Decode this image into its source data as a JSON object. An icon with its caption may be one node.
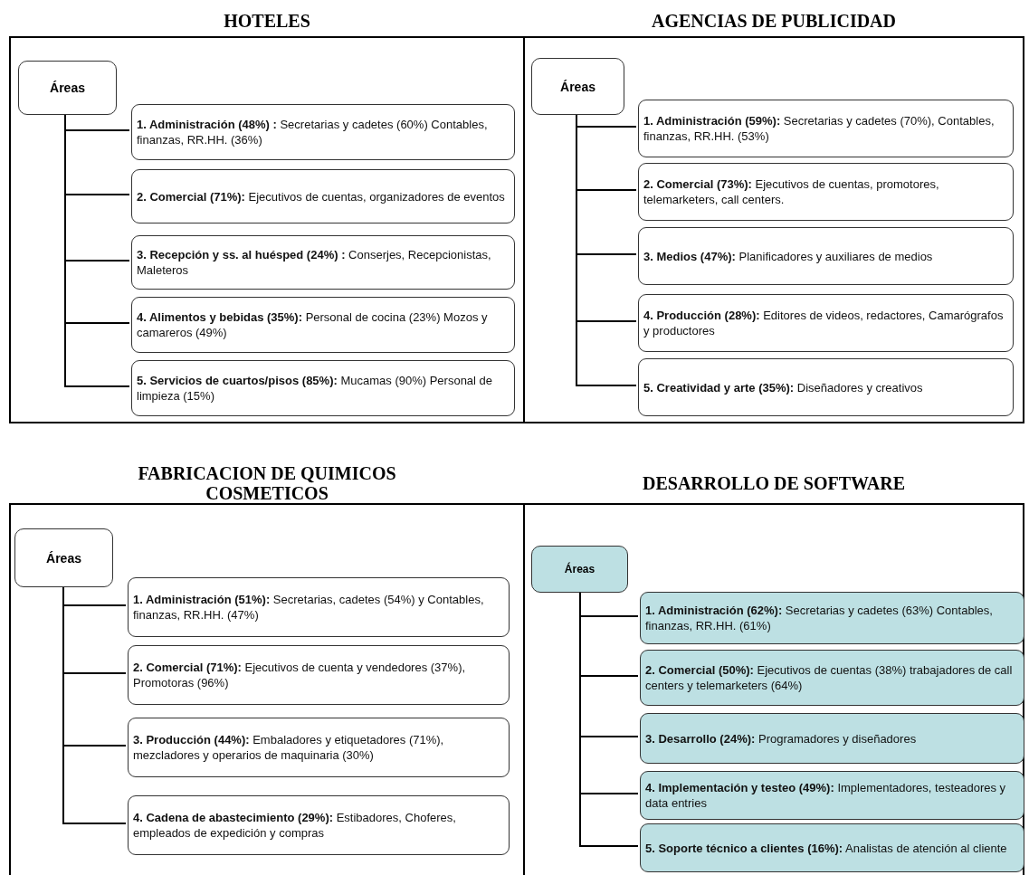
{
  "diagram": {
    "nodes": [
      {
        "text": [
          "HOTELES"
        ]
      },
      {
        "text": [
          "Áreas"
        ],
        "in": 0
      },
      {
        "text": [
          "**1.  Administración (48%) :** Secretarias y cadetes (60%) Contables, finanzas, RR.HH.    (36%)"
        ],
        "in": 0
      },
      {
        "text": [
          "**2.  Comercial (71%):** Ejecutivos de cuentas, organizadores de eventos"
        ],
        "in": 0
      },
      {
        "text": [
          "**3.  Recepción y ss. al huésped (24%) :** Conserjes, Recepcionistas, Maleteros"
        ],
        "in": 0
      },
      {
        "text": [
          "**4.  Alimentos y bebidas (35%):** Personal de cocina (23%) Mozos y camareros (49%)"
        ],
        "in": 0
      },
      {
        "text": [
          "**5.  Servicios de cuartos/pisos (85%):** Mucamas (90%) Personal de limpieza (15%)"
        ],
        "in": 0
      },
      {
        "text": [
          "AGENCIAS DE PUBLICIDAD"
        ]
      },
      {
        "text": [
          "Áreas"
        ],
        "in": 7
      },
      {
        "text": [
          "**1.  Administración (59%):** Secretarias y cadetes (70%), Contables, finanzas, RR.HH. (53%)"
        ],
        "in": 7
      },
      {
        "text": [
          "**2. Comercial (73%):** Ejecutivos de cuentas, promotores, telemarketers, call centers."
        ],
        "in": 7
      },
      {
        "text": [
          "**3. Medios (47%):** Planificadores y auxiliares de medios"
        ],
        "in": 7
      },
      {
        "text": [
          "**4.  Producción (28%):** Editores de videos, redactores, Camarógrafos y productores"
        ],
        "in": 7
      },
      {
        "text": [
          "**5. Creatividad y arte (35%):** Diseñadores y creativos"
        ],
        "in": 7
      },
      {
        "text": [
          "FABRICACION DE QUIMICOS COSMETICOS"
        ]
      },
      {
        "text": [
          "Áreas"
        ],
        "in": 14
      },
      {
        "text": [
          "**1.  Administración (51%):** Secretarias, cadetes (54%) y Contables, finanzas, RR.HH. (47%)"
        ],
        "in": 14
      },
      {
        "text": [
          "**2. Comercial (71%):** Ejecutivos de cuenta y vendedores (37%),  Promotoras (96%)"
        ],
        "in": 14
      },
      {
        "text": [
          "**3. Producción (44%):** Embaladores y etiquetadores (71%), mezcladores y operarios de maquinaria (30%)"
        ],
        "in": 14
      },
      {
        "text": [
          "**4. Cadena de abastecimiento (29%):** Estibadores, Choferes, empleados de expedición y compras"
        ],
        "in": 14
      },
      {
        "text": [
          "DESARROLLO DE SOFTWARE"
        ]
      },
      {
        "text": [
          "Áreas"
        ],
        "in": 20
      },
      {
        "text": [
          "**1.  Administración (62%):** Secretarias y cadetes (63%) Contables, finanzas, RR.HH. (61%)"
        ],
        "in": 20
      },
      {
        "text": [
          "**2. Comercial (50%):** Ejecutivos de cuentas (38%) trabajadores de call centers y telemarketers (64%)"
        ],
        "in": 20
      },
      {
        "text": [
          "**3. Desarrollo (24%):** Programadores y diseñadores"
        ],
        "in": 20
      },
      {
        "text": [
          "**4.  Implementación y testeo (49%):** Implementadores, testeadores y data entries"
        ],
        "in": 20
      },
      {
        "text": [
          "**5. Soporte técnico a clientes (16%):** Analistas de atención al cliente"
        ],
        "in": 20
      }
    ],
    "edges": [
      {
        "from": 1,
        "to": 2,
        "arrow": "none"
      },
      {
        "from": 1,
        "to": 3,
        "arrow": "none"
      },
      {
        "from": 1,
        "to": 4,
        "arrow": "none"
      },
      {
        "from": 1,
        "to": 5,
        "arrow": "none"
      },
      {
        "from": 1,
        "to": 6,
        "arrow": "none"
      },
      {
        "from": 8,
        "to": 9,
        "arrow": "none"
      },
      {
        "from": 8,
        "to": 10,
        "arrow": "none"
      },
      {
        "from": 8,
        "to": 11,
        "arrow": "none"
      },
      {
        "from": 8,
        "to": 12,
        "arrow": "none"
      },
      {
        "from": 8,
        "to": 13,
        "arrow": "none"
      },
      {
        "from": 15,
        "to": 16,
        "arrow": "none"
      },
      {
        "from": 15,
        "to": 17,
        "arrow": "none"
      },
      {
        "from": 15,
        "to": 18,
        "arrow": "none"
      },
      {
        "from": 15,
        "to": 19,
        "arrow": "none"
      },
      {
        "from": 21,
        "to": 22,
        "arrow": "none"
      },
      {
        "from": 21,
        "to": 23,
        "arrow": "none"
      },
      {
        "from": 21,
        "to": 24,
        "arrow": "none"
      },
      {
        "from": 21,
        "to": 25,
        "arrow": "none"
      },
      {
        "from": 21,
        "to": 26,
        "arrow": "none"
      }
    ]
  }
}
